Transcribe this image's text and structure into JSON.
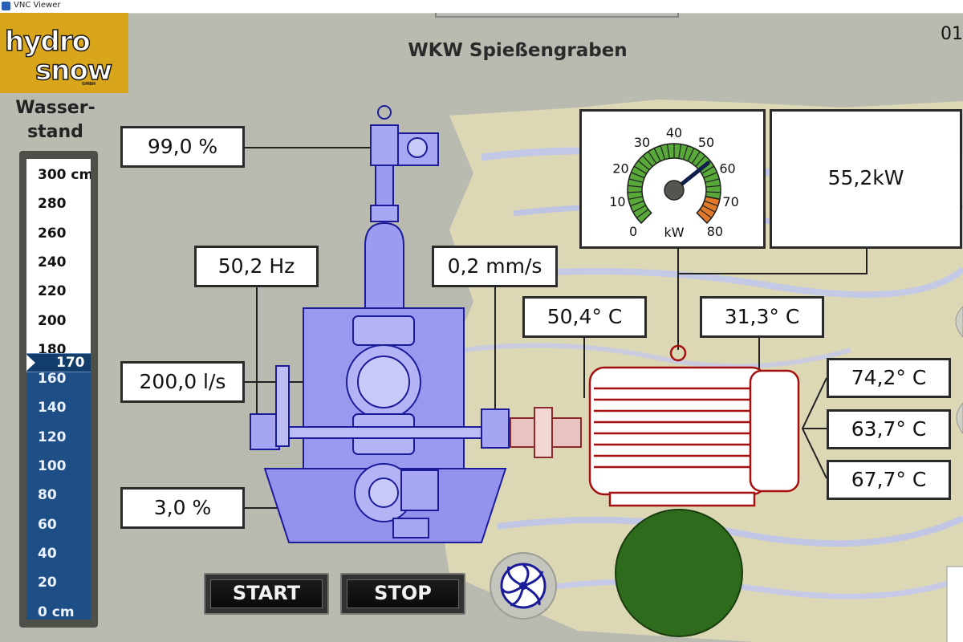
{
  "window": {
    "title": "VNC Viewer"
  },
  "header": {
    "title": "WKW Spießengraben",
    "clock_partial": "01"
  },
  "logo": {
    "line1": "hydro",
    "line2": "snow",
    "line3": "GMBH"
  },
  "water_level": {
    "label_line1": "Wasser-",
    "label_line2": "stand",
    "ticks": [
      "300 cm",
      "280",
      "260",
      "240",
      "220",
      "200",
      "180",
      "160",
      "140",
      "120",
      "100",
      "80",
      "60",
      "40",
      "20",
      "0 cm"
    ],
    "current_value": "170",
    "current_fraction": 0.567
  },
  "readings": {
    "valve_top": "99,0 %",
    "frequency": "50,2 Hz",
    "vibration": "0,2 mm/s",
    "flow": "200,0 l/s",
    "valve_bottom": "3,0 %",
    "bearing_temp_left": "50,4° C",
    "bearing_temp_right": "31,3° C",
    "winding_temp_1": "74,2° C",
    "winding_temp_2": "63,7° C",
    "winding_temp_3": "67,7° C"
  },
  "power": {
    "value_text": "55,2kW",
    "gauge_value": 55.2,
    "gauge_min": 0,
    "gauge_max": 80,
    "gauge_ticks": [
      "0",
      "10",
      "20",
      "30",
      "40",
      "50",
      "60",
      "70",
      "80"
    ],
    "gauge_unit": "kW"
  },
  "controls": {
    "start_label": "START",
    "stop_label": "STOP"
  },
  "colors": {
    "machine_fill": "#9b9bf0",
    "machine_stroke": "#1c1c9a",
    "motor_stroke": "#a40f0f",
    "gauge_green": "#58a83a",
    "gauge_orange": "#e07a2a",
    "indicator": "#2f6b1c",
    "water_fill": "#1d4f86"
  }
}
